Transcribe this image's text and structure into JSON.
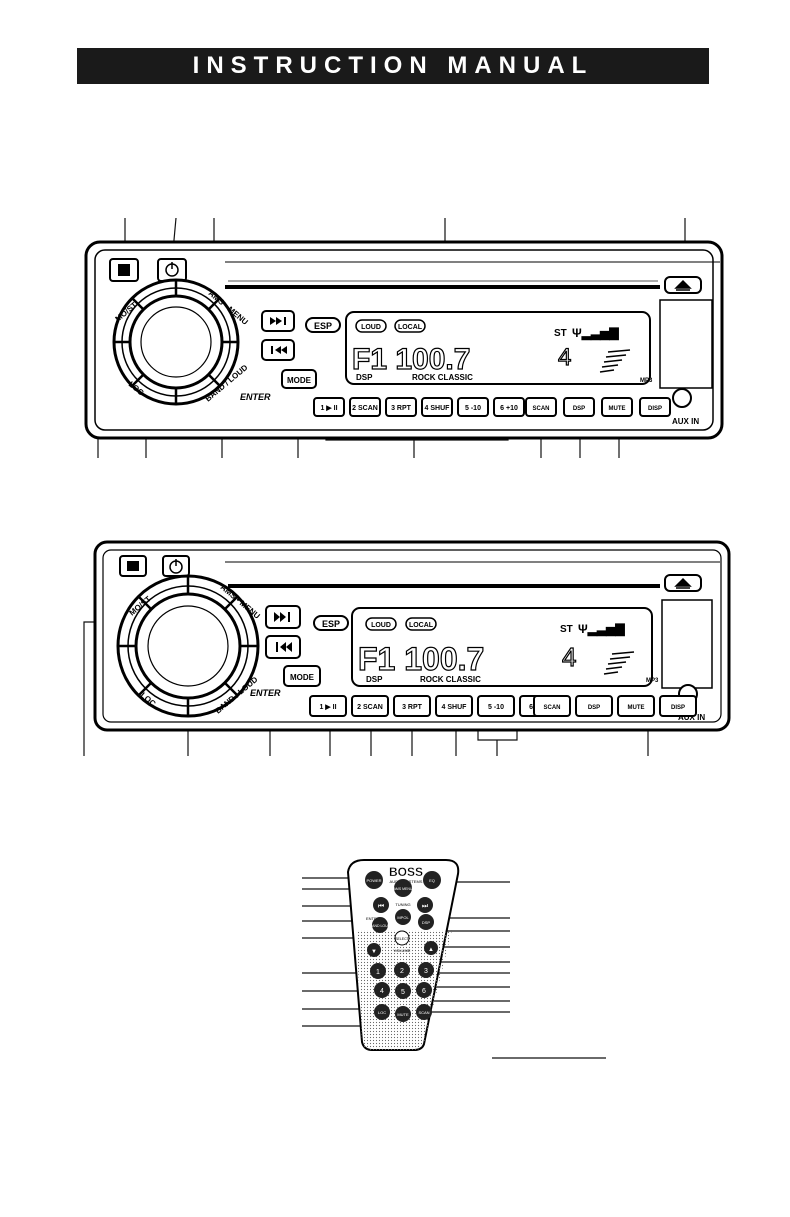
{
  "page": {
    "title": "INSTRUCTION MANUAL"
  },
  "unit1": {
    "display": {
      "loud": "LOUD",
      "local": "LOCAL",
      "st": "ST",
      "main": "F1 100.7",
      "ch": "4",
      "dsp": "DSP",
      "eq": "ROCK CLASSIC"
    },
    "keys": [
      "1 ▶ II",
      "2 SCAN",
      "3 RPT",
      "4 SHUF",
      "5 -10",
      "6 +10"
    ],
    "right_keys": [
      "SCAN",
      "DSP",
      "MUTE",
      "DISP"
    ],
    "knob_labels": {
      "most": "MO/ST",
      "ams": "AMS • MENU",
      "loc": "LOC",
      "band": "BAND / LOUD",
      "enter": "ENTER"
    },
    "mode": "MODE",
    "esp": "ESP",
    "mp3": "MP3",
    "aux": "AUX IN"
  },
  "remote": {
    "brand": "BOSS",
    "brand_sub": "AUDIO SYSTEMS",
    "buttons": {
      "power": "POWER",
      "eq": "EQ",
      "ams": "AMS MENU",
      "tuning": "TUNING",
      "mpol": "MPOL",
      "enter": "ENTER",
      "band": "BAND LOUD",
      "sel": "SEL",
      "dsp": "DSP",
      "select": "SELECT",
      "vol": "VOLUME",
      "k1": "1",
      "k2": "2",
      "k3": "3",
      "k4": "4",
      "k5": "5",
      "k6": "6",
      "mute": "MUTE",
      "loc": "LOC",
      "scan": "SCAN"
    }
  }
}
